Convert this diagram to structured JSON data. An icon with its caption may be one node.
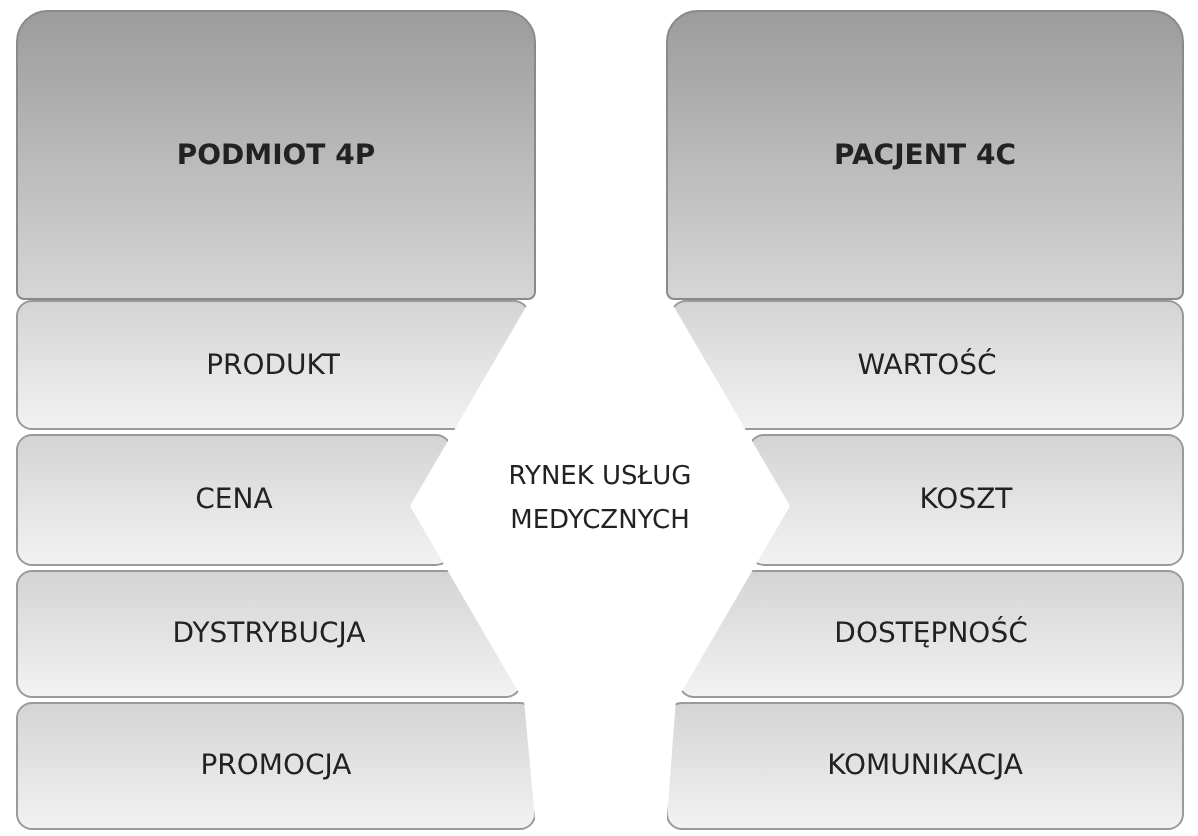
{
  "diagram": {
    "nodes": [
      {
        "text": [
          "PODMIOT 4P"
        ]
      },
      {
        "text": [
          "PRODUKT"
        ]
      },
      {
        "text": [
          "CENA"
        ]
      },
      {
        "text": [
          "DYSTRYBUCJA"
        ]
      },
      {
        "text": [
          "PROMOCJA"
        ]
      },
      {
        "text": [
          "RYNEK USŁUG MEDYCZNYCH"
        ]
      },
      {
        "text": [
          "PACJENT 4C"
        ]
      },
      {
        "text": [
          "WARTOŚĆ"
        ]
      },
      {
        "text": [
          "KOSZT"
        ]
      },
      {
        "text": [
          "DOSTĘPNOŚĆ"
        ]
      },
      {
        "text": [
          "KOMUNIKACJA"
        ]
      }
    ]
  }
}
